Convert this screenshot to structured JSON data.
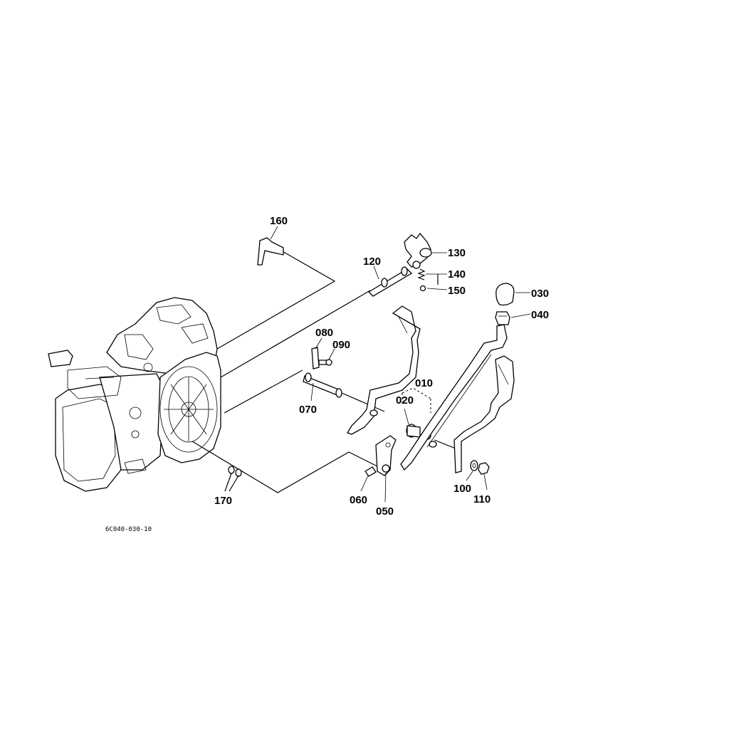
{
  "drawing_code": "6C040-030-10",
  "callouts": {
    "p010": "010",
    "p020": "020",
    "p030": "030",
    "p040": "040",
    "p050": "050",
    "p060": "060",
    "p070": "070",
    "p080": "080",
    "p090": "090",
    "p100": "100",
    "p110": "110",
    "p120": "120",
    "p130": "130",
    "p140": "140",
    "p150": "150",
    "p160": "160",
    "p170": "170"
  }
}
